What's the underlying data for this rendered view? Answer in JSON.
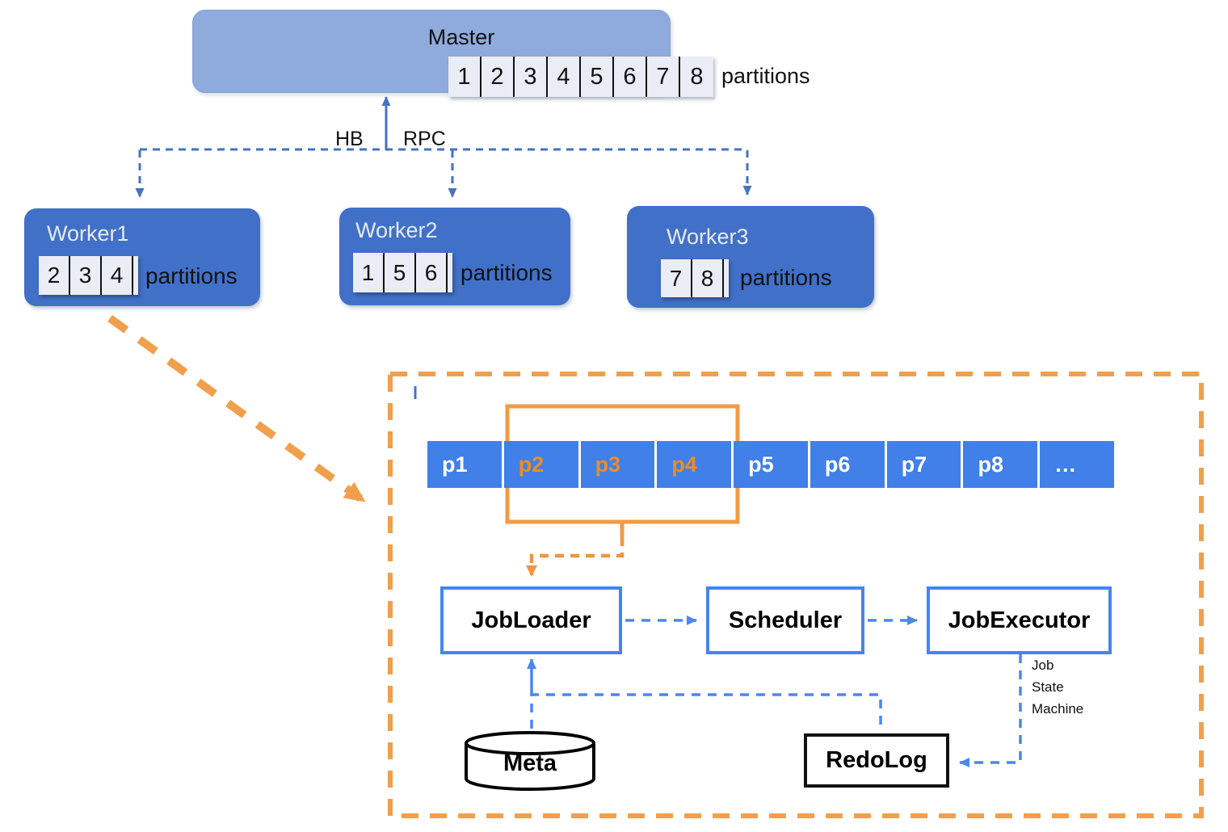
{
  "master": {
    "title": "Master",
    "partitions": [
      "1",
      "2",
      "3",
      "4",
      "5",
      "6",
      "7",
      "8"
    ],
    "partitions_label": "partitions"
  },
  "edges": {
    "hb": "HB",
    "rpc": "RPC"
  },
  "workers": [
    {
      "title": "Worker1",
      "partitions": [
        "2",
        "3",
        "4"
      ],
      "partitions_label": "partitions"
    },
    {
      "title": "Worker2",
      "partitions": [
        "1",
        "5",
        "6"
      ],
      "partitions_label": "partitions"
    },
    {
      "title": "Worker3",
      "partitions": [
        "7",
        "8"
      ],
      "partitions_label": "partitions"
    }
  ],
  "detail": {
    "partition_strip": [
      "p1",
      "p2",
      "p3",
      "p4",
      "p5",
      "p6",
      "p7",
      "p8",
      "…"
    ],
    "highlighted_partitions": [
      "p2",
      "p3",
      "p4"
    ],
    "job_loader": "JobLoader",
    "scheduler": "Scheduler",
    "job_executor": "JobExecutor",
    "meta": "Meta",
    "redo_log": "RedoLog",
    "job_state_machine": [
      "Job",
      "State",
      "Machine"
    ]
  },
  "colors": {
    "master_fill": "#8FAADC",
    "worker_fill": "#4170C8",
    "partition_cell_bg": "#EAECF6",
    "strip_blue": "#4080E8",
    "highlight_orange": "#ED8C28",
    "diagram_blue": "#4472C4",
    "detail_blue": "#4C86F0",
    "component_border_blue": "#4285F4",
    "orange": "#F0A04C"
  }
}
